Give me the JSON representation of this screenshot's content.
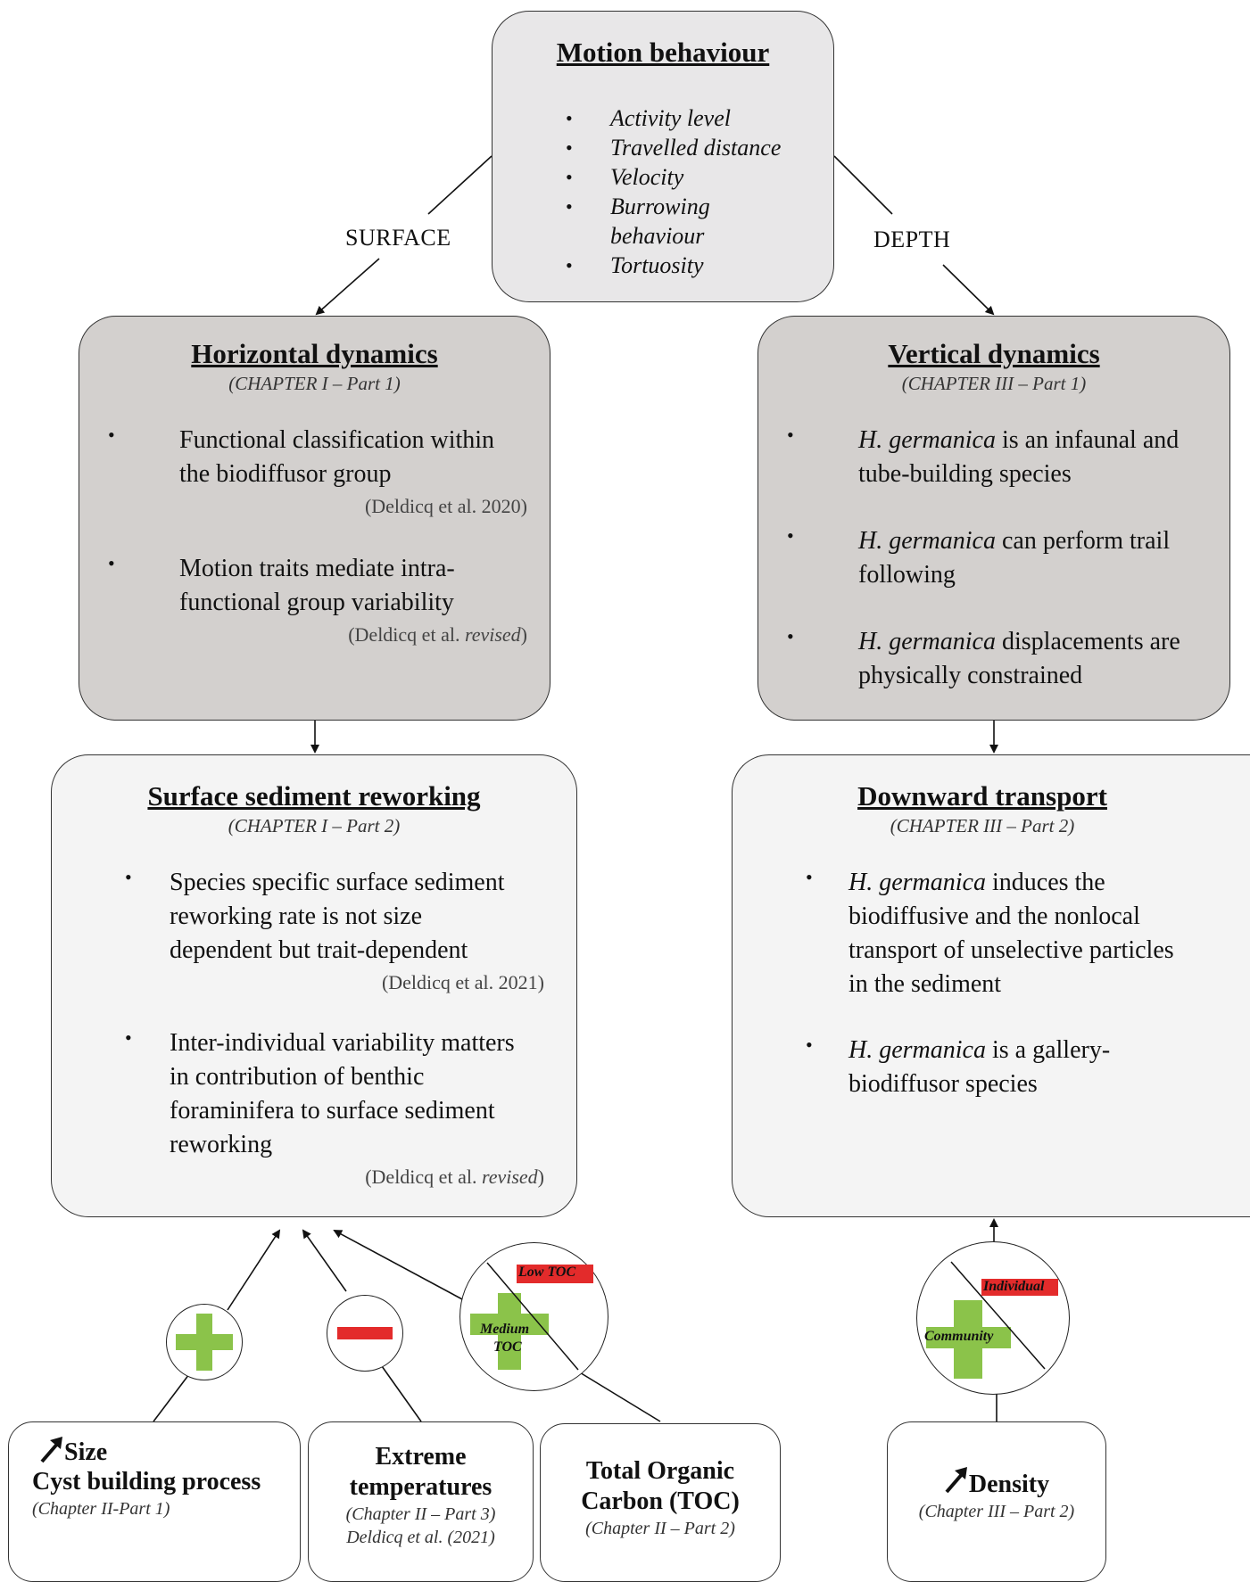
{
  "motion": {
    "title": "Motion behaviour",
    "items": [
      "Activity level",
      "Travelled distance",
      "Velocity",
      "Burrowing",
      "behaviour",
      "Tortuosity"
    ]
  },
  "labels": {
    "surface": "SURFACE",
    "depth": "DEPTH"
  },
  "horizontal": {
    "title": "Horizontal dynamics",
    "chapter": "(CHAPTER I – Part 1)",
    "b1_l1": "Functional classification within",
    "b1_l2": "the biodiffusor group",
    "b1_ref": "(Deldicq et al. 2020)",
    "b2_l1": "Motion traits mediate intra-",
    "b2_l2": "functional group variability",
    "b2_ref_a": "(Deldicq et al. ",
    "b2_ref_b": "revised",
    "b2_ref_c": ")"
  },
  "vertical": {
    "title": "Vertical dynamics",
    "chapter": "(CHAPTER III – Part 1)",
    "species": "H. germanica",
    "b1_rest": " is an infaunal and",
    "b1_l2": "tube-building species",
    "b2_rest": " can perform trail",
    "b2_l2": "following",
    "b3_rest": " displacements are",
    "b3_l2": "physically constrained"
  },
  "surface_rework": {
    "title": "Surface sediment reworking",
    "chapter": "(CHAPTER I – Part 2)",
    "b1_l1": "Species specific surface sediment",
    "b1_l2": "reworking rate is not size",
    "b1_l3": "dependent but trait-dependent",
    "b1_ref": "(Deldicq et al. 2021)",
    "b2_l1": "Inter-individual variability matters",
    "b2_l2": "in contribution of benthic",
    "b2_l3": "foraminifera to surface sediment",
    "b2_l4": "reworking",
    "b2_ref_a": "(Deldicq et al. ",
    "b2_ref_b": "revised",
    "b2_ref_c": ")"
  },
  "downward": {
    "title": "Downward transport",
    "chapter": "(CHAPTER III – Part 2)",
    "species": "H. germanica",
    "b1_rest": " induces the",
    "b1_l2": "biodiffusive and the nonlocal",
    "b1_l3": "transport of unselective particles",
    "b1_l4": "in the sediment",
    "b2_rest": " is a gallery-",
    "b2_l2": "biodiffusor species"
  },
  "toc_circle": {
    "low": "Low TOC",
    "medium_l1": "Medium",
    "medium_l2": "TOC"
  },
  "density_circle": {
    "individual": "Individual",
    "community": "Community"
  },
  "bottom": {
    "size": {
      "l1": "Size",
      "l2": "Cyst building process",
      "sub": "(Chapter II-Part 1)"
    },
    "temp": {
      "l1": "Extreme",
      "l2": "temperatures",
      "sub1": "(Chapter II – Part 3)",
      "sub2": "Deldicq et al. (2021)"
    },
    "toc": {
      "l1": "Total Organic",
      "l2": "Carbon (TOC)",
      "sub": "(Chapter II – Part 2)"
    },
    "density": {
      "l1": "Density",
      "sub": "(Chapter III – Part 2)"
    }
  },
  "colors": {
    "plus": "#8bc34a",
    "minus": "#e32b2b",
    "dark_box": "#d3d0ce",
    "light_box": "#f4f4f4",
    "top_box": "#e8e7e8"
  }
}
